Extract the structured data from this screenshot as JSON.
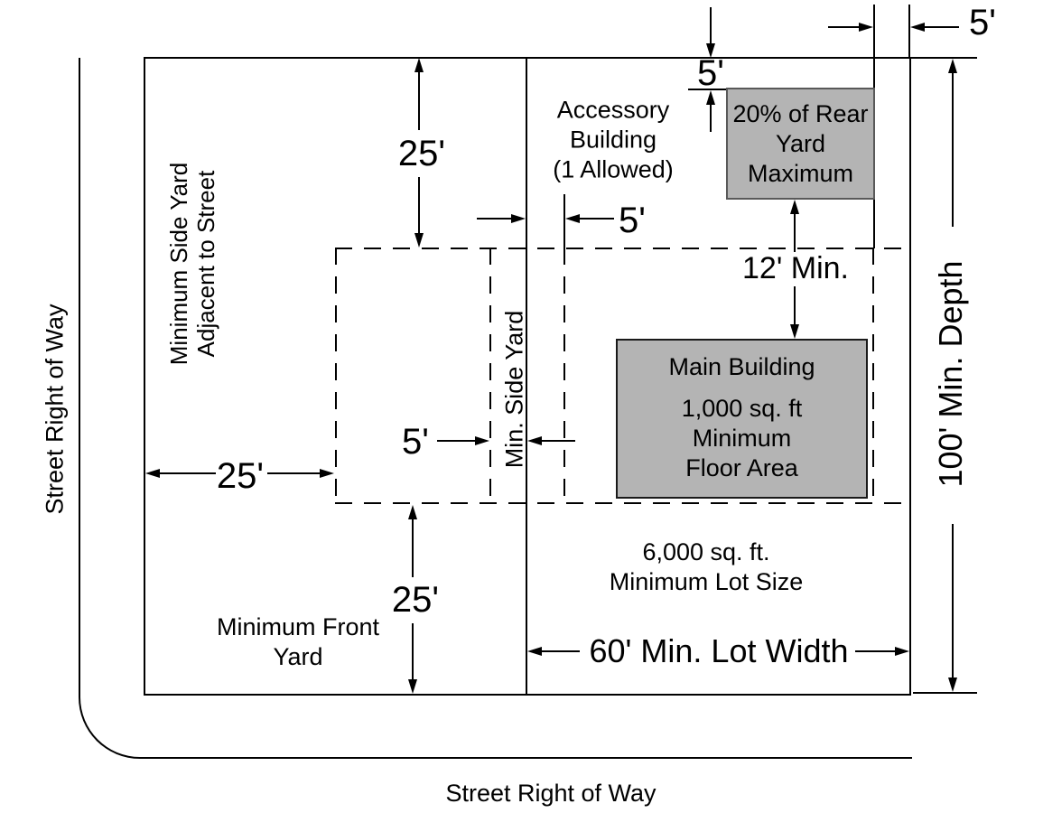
{
  "diagram": {
    "street_left_label": "Street Right of Way",
    "street_bottom_label": "Street Right of Way",
    "corner_side_yard": {
      "line1": "Minimum Side Yard",
      "line2": "Adjacent to Street"
    },
    "min_side_yard_label": "Min. Side Yard",
    "accessory_note": {
      "line1": "Accessory",
      "line2": "Building",
      "line3": "(1 Allowed)"
    },
    "accessory_building": {
      "line1": "20% of Rear",
      "line2": "Yard Maximum"
    },
    "main_building": {
      "title": "Main Building",
      "line1": "1,000 sq. ft",
      "line2": "Minimum",
      "line3": "Floor Area"
    },
    "lot_note": {
      "line1": "6,000 sq. ft.",
      "line2": "Minimum Lot Size"
    },
    "front_yard_note": {
      "line1": "Minimum Front",
      "line2": "Yard"
    },
    "dimensions": {
      "rear_setback": "25'",
      "street_side_setback": "25'",
      "front_setback": "25'",
      "lot_depth": "100' Min. Depth",
      "lot_width": "60' Min. Lot Width",
      "building_separation": "12' Min.",
      "accessory_rear_setback": "5'",
      "accessory_side_setback": "5'",
      "interior_side_setback": "5'",
      "rear_lot_side_setback": "5'"
    },
    "colors": {
      "building_fill": "#b4b4b4",
      "line": "#000000"
    }
  }
}
